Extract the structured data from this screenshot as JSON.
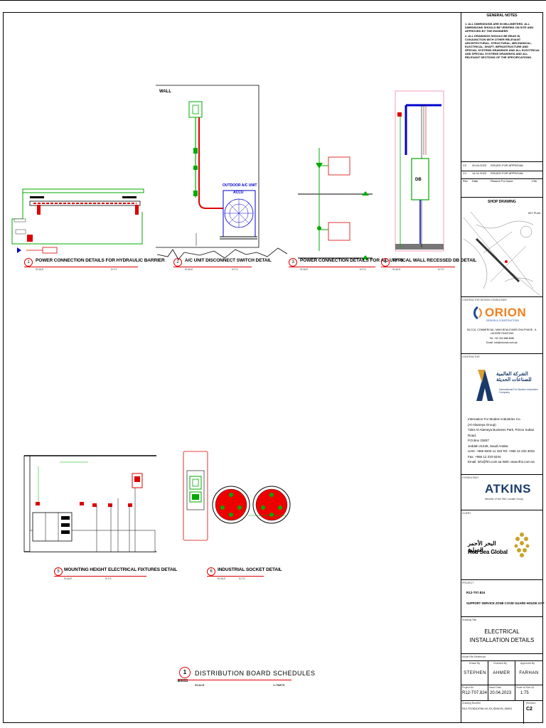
{
  "general_notes": {
    "title": "GENERAL NOTES",
    "items": [
      "1. ALL DIMENSIONS ARE IN MILLIMETERS. ALL DIMENSIONS SHOULD BE VERIFIED ON SITE AND APPROVED BY THE ENGINEER.",
      "2. ALL DRAWINGS SHOULD BE READ IN CONJUNCTION WITH OTHER RELEVANT ARCHITECTURAL, STRUCTURAL, MECHANICAL, ELECTRICAL, SHAFT, INFRASTRUCTURE AND SPECIAL SYSTEMS DRAWINGS AND ALL ELECTRICAL AND SPECIAL SYSTEMS DRAWINGS AND ALL RELEVANT SECTIONS OF THE SPECIFICATIONS."
    ]
  },
  "revisions": [
    {
      "rev": "C2",
      "date": "20.04.2023",
      "reason": "ISSUED FOR APPROVAL"
    },
    {
      "rev": "C1",
      "date": "14.01.2023",
      "reason": "ISSUED FOR APPROVAL"
    }
  ],
  "rev_header": {
    "rev": "Rev",
    "date": "Date",
    "reason": "Reason For Issue",
    "chk": "Chk"
  },
  "shop_drawing": "SHOP DRAWING",
  "key_plan": "KEY PLAN",
  "contractor_label": "CONTRACTOR DESIGN CONSULTANT",
  "orion": {
    "name": "ORION",
    "sub": "DESIGN & CONSTRUCTION",
    "address": "55-CCA, COMMERCIAL, MAIN BOULEVARD DHA PHASE - 6, LAHORE PAKISTAN",
    "tel": "Tel: +92 334 888 8080",
    "email": "Email: info@oriondc.com.pk"
  },
  "contractor": {
    "label": "CONTRACTOR",
    "logo_text": "الشركة العالمية للصناعات الحديثة",
    "logo_sub": "International For Modern Industries Company",
    "lines": [
      "Internation For Modern Industries Co.",
      "(Al-Alameya Group)",
      "7284 Al-Alameya Business Park, Prince Sultan Road,",
      "P.O.Box 23837",
      "Jeddah 21436, Saudi Arabia",
      "UAN: +966 9200 11 333 Tel: +966 12 233 3033",
      "Fax: +966 12 233 9234",
      "Email: info@fmi.com.sa Web: www.ifmi.com.sa"
    ]
  },
  "consultant": {
    "label": "CONSULTANT",
    "name": "ATKINS",
    "sub": "Member of the SNC-Lavalin Group"
  },
  "client": {
    "label": "CLIENT",
    "ar": "البحر الأحمر الدولية",
    "en": "Red Sea Global"
  },
  "project": {
    "label": "PROJECT",
    "code": "R12-T07.824",
    "name": "SUPPORT SERVICE ZONE COVID GUARD HOUSE AOP"
  },
  "drawing_title": {
    "label": "Drawing Title",
    "line1": "ELECTRICAL",
    "line2": "INSTALLATION DETAILS"
  },
  "model_ref": "Model File Reference",
  "signoff": {
    "drawn_by_label": "Drawn By",
    "checked_by_label": "Checked By",
    "approved_by_label": "Approved By",
    "drawn_by": "STEPHEN",
    "checked_by": "AHMER",
    "approved_by": "FARHAN"
  },
  "meta": {
    "project_no_label": "Project No",
    "issue_date_label": "Issue Date",
    "scale_label": "Scale at Size A1",
    "project_no": "R12-T07.824",
    "issue_date": "20.04.2023",
    "scale": "1:75",
    "drawing_number_label": "Drawing Number",
    "revision_label": "Revision",
    "drawing_number": "R12-T07824-IFMI-XX-XX-SDW-EL-00001",
    "revision": "C2"
  },
  "details": [
    {
      "num": "1",
      "title": "POWER CONNECTION DETAILS FOR HYDRAULIC BARRIER",
      "scale": "N.T.S"
    },
    {
      "num": "2",
      "title": "A/C UNIT DISCONNECT SWITCH DETAIL",
      "scale": "N.T.S"
    },
    {
      "num": "3",
      "title": "POWER CONNECTION DETAILS FOR A/C UNITS",
      "scale": "N.T.S"
    },
    {
      "num": "4",
      "title": "TYPICAL WALL RECESSED DB DETAIL",
      "scale": "N.T.S"
    },
    {
      "num": "5",
      "title": "MOUNTING HEIGHT ELECTRICAL FIXTURES DETAIL",
      "scale": "N.T.S"
    },
    {
      "num": "6",
      "title": "INDUSTRIAL SOCKET DETAIL",
      "scale": "N.T.S"
    }
  ],
  "scale_label": "SCALE",
  "db_schedule": {
    "num": "1",
    "sheet": "E0031",
    "title": "DISTRIBUTION BOARD SCHEDULES",
    "scale_label": "SCALE",
    "scale": "1:75MTS"
  },
  "labels": {
    "wall": "WALL",
    "outdoor_unit": "OUTDOOR A/C UNIT",
    "accu": "ACCU",
    "db": "DB"
  }
}
